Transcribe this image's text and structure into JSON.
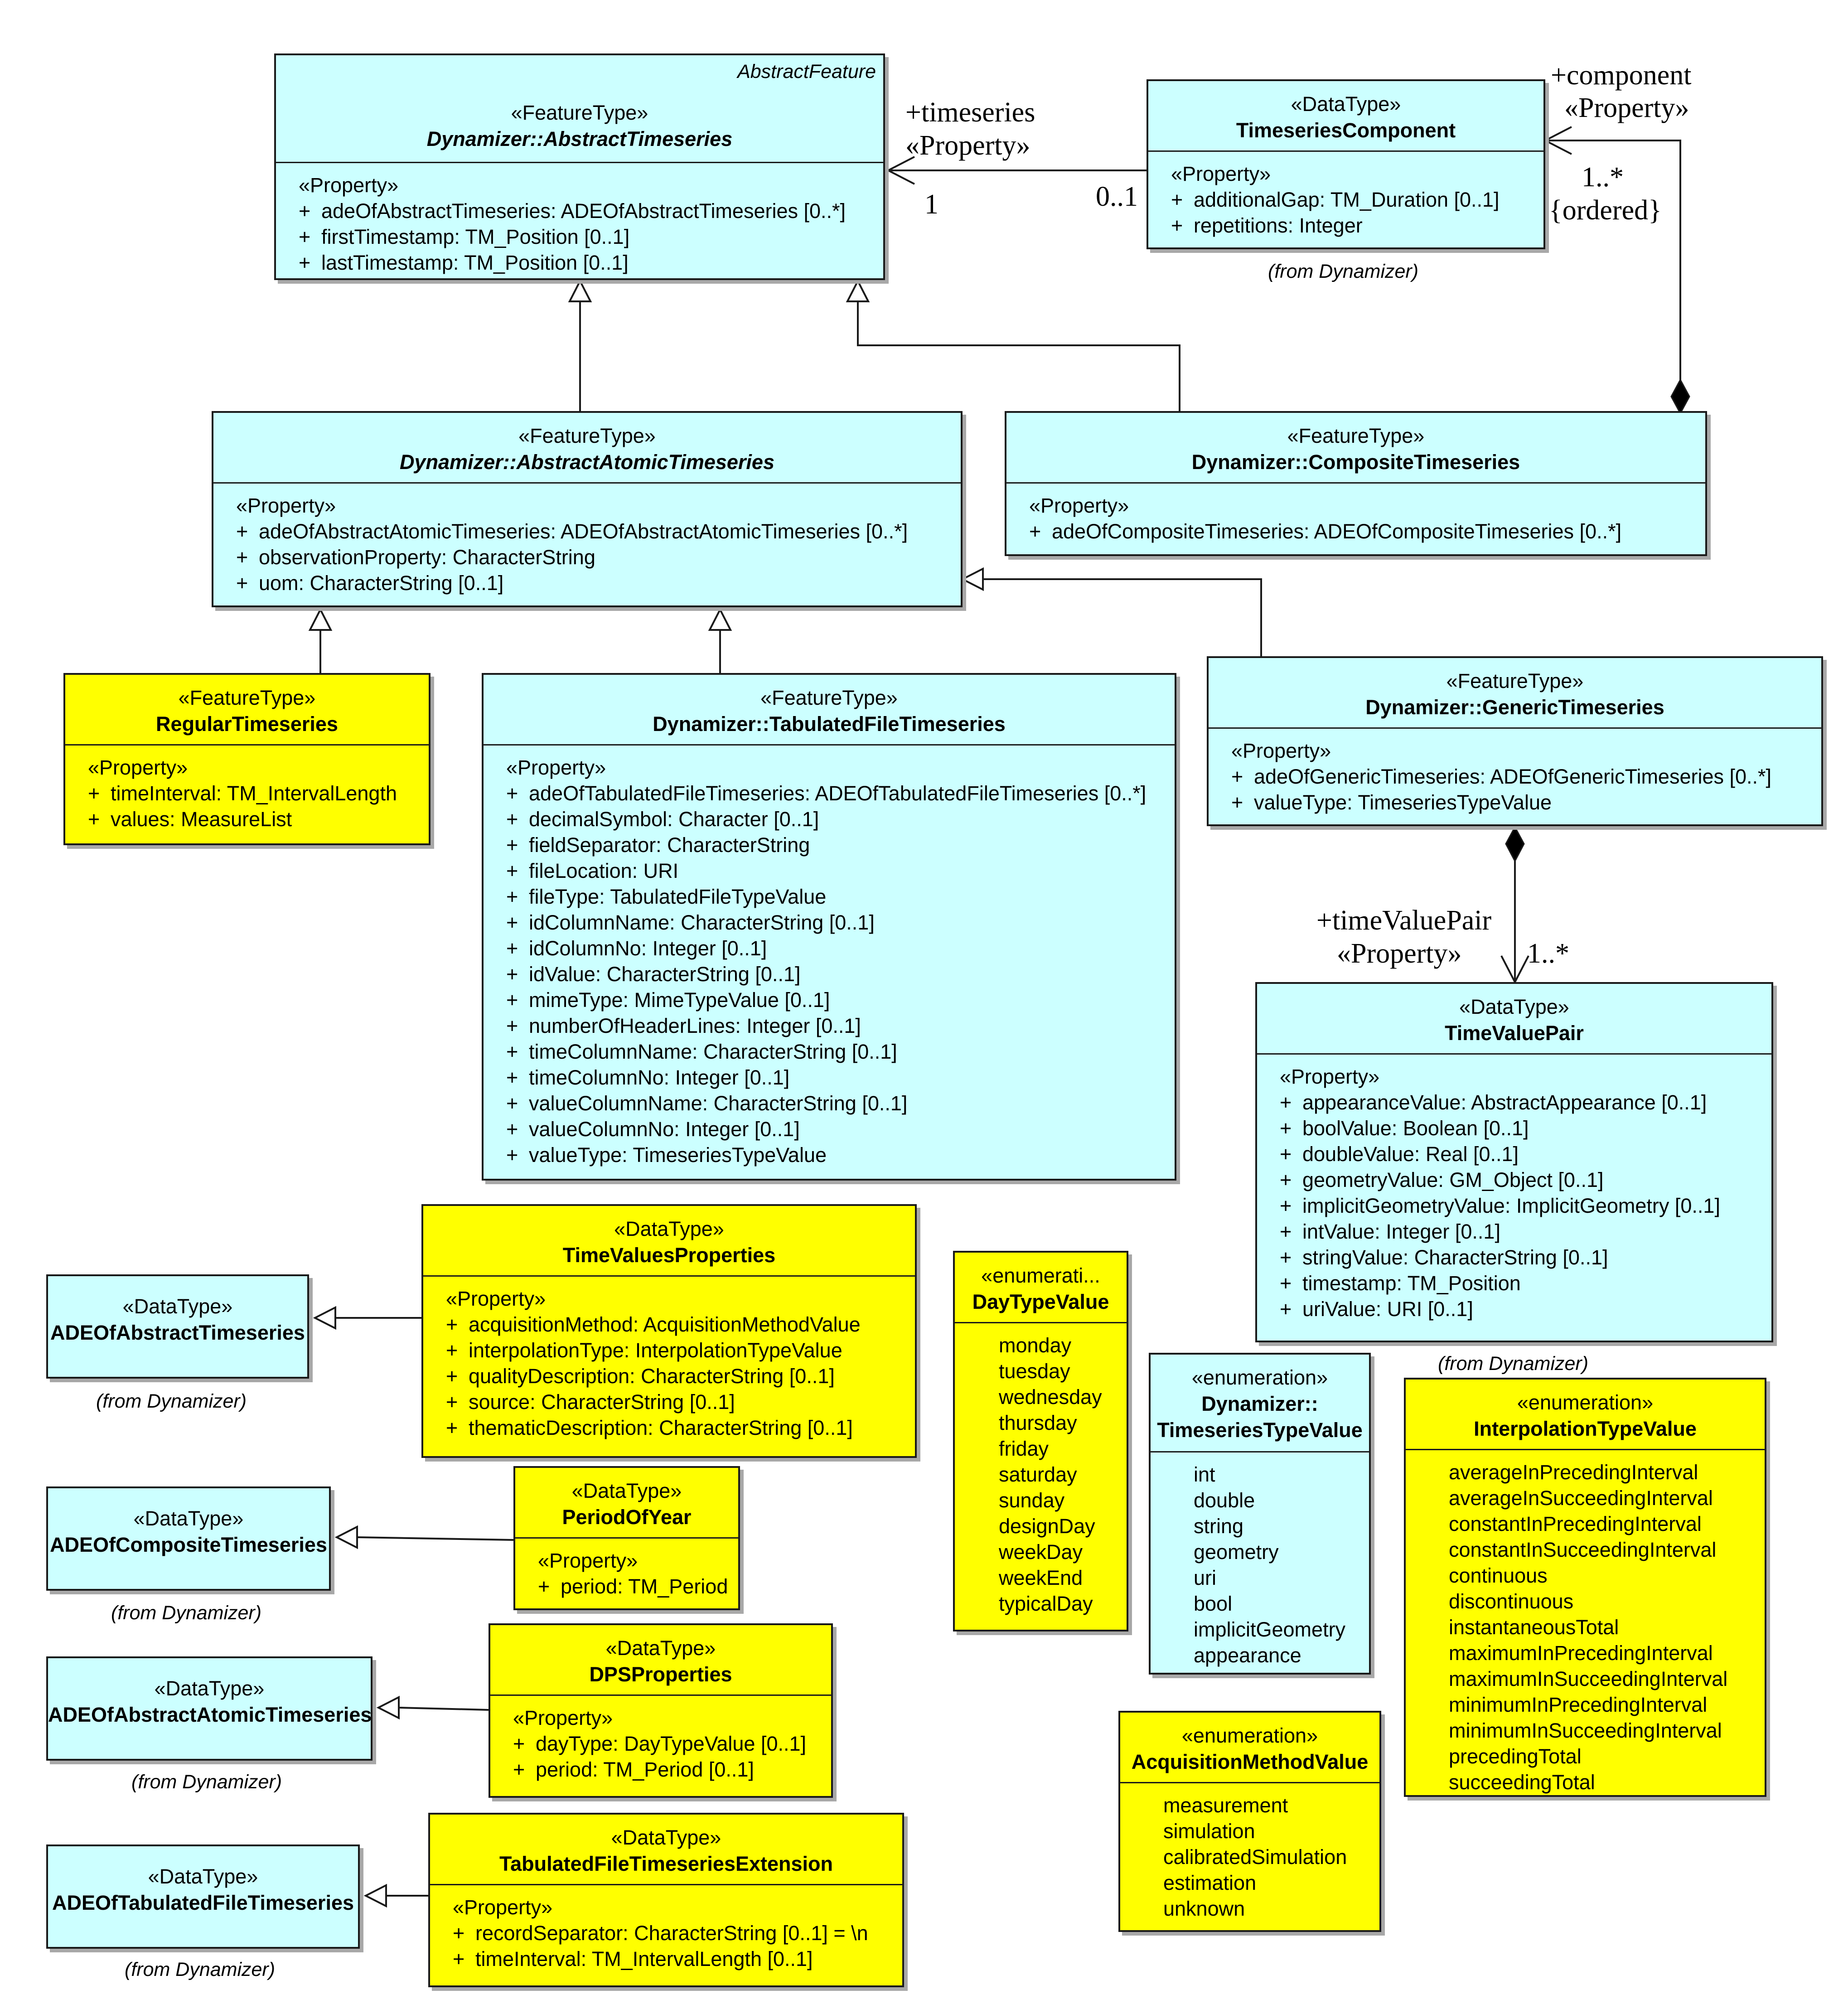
{
  "abstract_feature_label": "AbstractFeature",
  "from_dynamizer": "(from Dynamizer)",
  "property_group": "«Property»",
  "plus": "+",
  "classes": {
    "abstract_timeseries": {
      "stereotype": "«FeatureType»",
      "name": "Dynamizer::AbstractTimeseries",
      "attributes": [
        "adeOfAbstractTimeseries: ADEOfAbstractTimeseries [0..*]",
        "firstTimestamp: TM_Position [0..1]",
        "lastTimestamp: TM_Position [0..1]"
      ]
    },
    "timeseries_component": {
      "stereotype": "«DataType»",
      "name": "TimeseriesComponent",
      "attributes": [
        "additionalGap: TM_Duration [0..1]",
        "repetitions: Integer"
      ]
    },
    "abstract_atomic_timeseries": {
      "stereotype": "«FeatureType»",
      "name": "Dynamizer::AbstractAtomicTimeseries",
      "attributes": [
        "adeOfAbstractAtomicTimeseries: ADEOfAbstractAtomicTimeseries [0..*]",
        "observationProperty: CharacterString",
        "uom: CharacterString [0..1]"
      ]
    },
    "composite_timeseries": {
      "stereotype": "«FeatureType»",
      "name": "Dynamizer::CompositeTimeseries",
      "attributes": [
        "adeOfCompositeTimeseries: ADEOfCompositeTimeseries [0..*]"
      ]
    },
    "regular_timeseries": {
      "stereotype": "«FeatureType»",
      "name": "RegularTimeseries",
      "attributes": [
        "timeInterval: TM_IntervalLength",
        "values: MeasureList"
      ]
    },
    "tabulated_file_timeseries": {
      "stereotype": "«FeatureType»",
      "name": "Dynamizer::TabulatedFileTimeseries",
      "attributes": [
        "adeOfTabulatedFileTimeseries: ADEOfTabulatedFileTimeseries [0..*]",
        "decimalSymbol: Character [0..1]",
        "fieldSeparator: CharacterString",
        "fileLocation: URI",
        "fileType: TabulatedFileTypeValue",
        "idColumnName: CharacterString [0..1]",
        "idColumnNo: Integer [0..1]",
        "idValue: CharacterString [0..1]",
        "mimeType: MimeTypeValue [0..1]",
        "numberOfHeaderLines: Integer [0..1]",
        "timeColumnName: CharacterString [0..1]",
        "timeColumnNo: Integer [0..1]",
        "valueColumnName: CharacterString [0..1]",
        "valueColumnNo: Integer [0..1]",
        "valueType: TimeseriesTypeValue"
      ]
    },
    "generic_timeseries": {
      "stereotype": "«FeatureType»",
      "name": "Dynamizer::GenericTimeseries",
      "attributes": [
        "adeOfGenericTimeseries: ADEOfGenericTimeseries [0..*]",
        "valueType: TimeseriesTypeValue"
      ]
    },
    "time_value_pair": {
      "stereotype": "«DataType»",
      "name": "TimeValuePair",
      "attributes": [
        "appearanceValue: AbstractAppearance [0..1]",
        "boolValue: Boolean [0..1]",
        "doubleValue: Real [0..1]",
        "geometryValue: GM_Object [0..1]",
        "implicitGeometryValue: ImplicitGeometry [0..1]",
        "intValue: Integer [0..1]",
        "stringValue: CharacterString [0..1]",
        "timestamp: TM_Position",
        "uriValue: URI [0..1]"
      ]
    },
    "ade_of_abstract_timeseries": {
      "stereotype": "«DataType»",
      "name": "ADEOfAbstractTimeseries"
    },
    "time_values_properties": {
      "stereotype": "«DataType»",
      "name": "TimeValuesProperties",
      "attributes": [
        "acquisitionMethod: AcquisitionMethodValue",
        "interpolationType: InterpolationTypeValue",
        "qualityDescription: CharacterString [0..1]",
        "source: CharacterString [0..1]",
        "thematicDescription: CharacterString [0..1]"
      ]
    },
    "day_type_value": {
      "stereotype": "«enumerati...",
      "name": "DayTypeValue",
      "literals": [
        "monday",
        "tuesday",
        "wednesday",
        "thursday",
        "friday",
        "saturday",
        "sunday",
        "designDay",
        "weekDay",
        "weekEnd",
        "typicalDay"
      ]
    },
    "ade_of_composite_timeseries": {
      "stereotype": "«DataType»",
      "name": "ADEOfCompositeTimeseries"
    },
    "period_of_year": {
      "stereotype": "«DataType»",
      "name": "PeriodOfYear",
      "attributes": [
        "period: TM_Period"
      ]
    },
    "timeseries_type_value": {
      "stereotype": "«enumeration»",
      "name_line1": "Dynamizer::",
      "name_line2": "TimeseriesTypeValue",
      "literals": [
        "int",
        "double",
        "string",
        "geometry",
        "uri",
        "bool",
        "implicitGeometry",
        "appearance"
      ]
    },
    "interpolation_type_value": {
      "stereotype": "«enumeration»",
      "name": "InterpolationTypeValue",
      "literals": [
        "averageInPrecedingInterval",
        "averageInSucceedingInterval",
        "constantInPrecedingInterval",
        "constantInSucceedingInterval",
        "continuous",
        "discontinuous",
        "instantaneousTotal",
        "maximumInPrecedingInterval",
        "maximumInSucceedingInterval",
        "minimumInPrecedingInterval",
        "minimumInSucceedingInterval",
        "precedingTotal",
        "succeedingTotal"
      ]
    },
    "ade_of_abstract_atomic_timeseries": {
      "stereotype": "«DataType»",
      "name": "ADEOfAbstractAtomicTimeseries"
    },
    "dps_properties": {
      "stereotype": "«DataType»",
      "name": "DPSProperties",
      "attributes": [
        "dayType: DayTypeValue [0..1]",
        "period: TM_Period [0..1]"
      ]
    },
    "acquisition_method_value": {
      "stereotype": "«enumeration»",
      "name": "AcquisitionMethodValue",
      "literals": [
        "measurement",
        "simulation",
        "calibratedSimulation",
        "estimation",
        "unknown"
      ]
    },
    "ade_of_tabulated_file_timeseries": {
      "stereotype": "«DataType»",
      "name": "ADEOfTabulatedFileTimeseries"
    },
    "tabulated_file_timeseries_extension": {
      "stereotype": "«DataType»",
      "name": "TabulatedFileTimeseriesExtension",
      "attributes": [
        "recordSeparator: CharacterString [0..1] = \\n",
        "timeInterval: TM_IntervalLength [0..1]"
      ]
    }
  },
  "associations": {
    "timeseries": {
      "role": "+timeseries",
      "stereotype": "«Property»",
      "target_multiplicity": "1",
      "source_multiplicity": "0..1"
    },
    "component": {
      "role": "+component",
      "stereotype": "«Property»",
      "multiplicity": "1..*",
      "constraint": "{ordered}"
    },
    "time_value_pair": {
      "role": "+timeValuePair",
      "stereotype": "«Property»",
      "multiplicity": "1..*"
    }
  }
}
